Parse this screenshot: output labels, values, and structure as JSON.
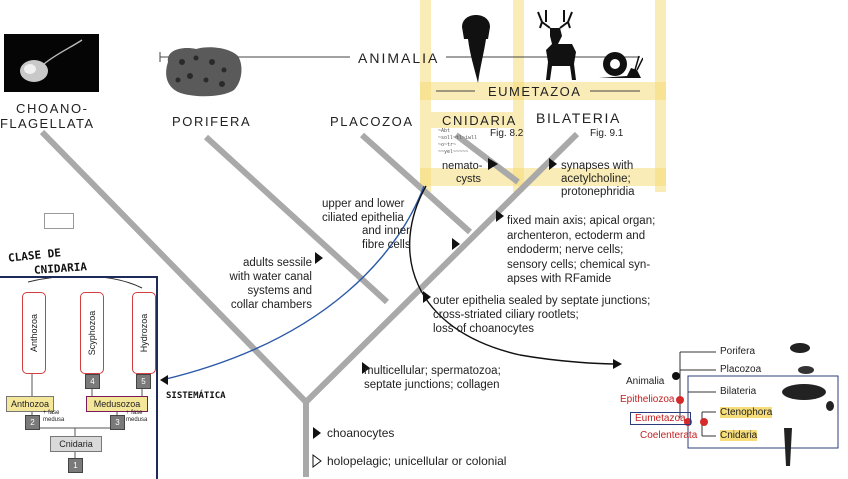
{
  "header": {
    "animalia": "ANIMALIA",
    "eumetazoa": "EUMETAZOA"
  },
  "taxa": {
    "choano_line1": "CHOANO-",
    "choano_line2": "FLAGELLATA",
    "porifera": "PORIFERA",
    "placozoa": "PLACOZOA",
    "cnidaria": "CNIDARIA",
    "bilateria": "BILATERIA"
  },
  "figs": {
    "cnidaria": "Fig. 8.2",
    "bilateria": "Fig. 9.1"
  },
  "scribble": [
    "~Abt",
    "~soll~tl~iwll",
    "~o~tr~",
    "~~yel~~~~~"
  ],
  "characters": {
    "nematocysts": [
      "nemato-",
      "cysts"
    ],
    "synapses": [
      "synapses with",
      "acetylcholine;",
      "protonephridia"
    ],
    "upper_lower": [
      "upper and lower",
      "ciliated epithelia",
      "and inner",
      "fibre cells"
    ],
    "fixed_axis": [
      "fixed main axis; apical organ;",
      "archenteron, ectoderm and",
      "endoderm; nerve cells;",
      "sensory cells; chemical syn-",
      "apses with RFamide"
    ],
    "sessile": [
      "adults sessile",
      "with water canal",
      "systems and",
      "collar chambers"
    ],
    "outer_epithelia": [
      "outer epithelia sealed by septate junctions;",
      "cross-striated ciliary rootlets;",
      "loss of choanocytes"
    ],
    "multicellular": [
      "multicellular; spermatozoa;",
      "septate junctions; collagen"
    ],
    "choanocytes": "choanocytes",
    "holopelagic": "holopelagic; unicellular or colonial"
  },
  "handwriting": {
    "clase_line1": "CLASE DE",
    "clase_line2": "CNIDARIA",
    "sistematica": "SISTEMÁTICA",
    "fase_medusa": "+ fase medusa",
    "fase_medusa2": "+ fase medusa"
  },
  "cnidaria_panel": {
    "classes": [
      "Anthozoa",
      "Scyphozoa",
      "Hydrozoa"
    ],
    "nodes": {
      "anthozoa": "Anthozoa",
      "medusozoa": "Medusozoa",
      "cnidaria": "Cnidaria"
    },
    "numbers": [
      "1",
      "2",
      "3",
      "4",
      "5"
    ]
  },
  "mini_tree": {
    "taxa": [
      "Porifera",
      "Placozoa",
      "Bilateria",
      "Ctenophora",
      "Cnidaria"
    ],
    "clades": [
      "Animalia",
      "Epitheliozoa",
      "Eumetazoa",
      "Coelenterata"
    ]
  },
  "colors": {
    "highlight": "#f6dd7a",
    "red": "#d43d3d",
    "navy": "#1c2b5a",
    "blue": "#2c5aa8"
  }
}
